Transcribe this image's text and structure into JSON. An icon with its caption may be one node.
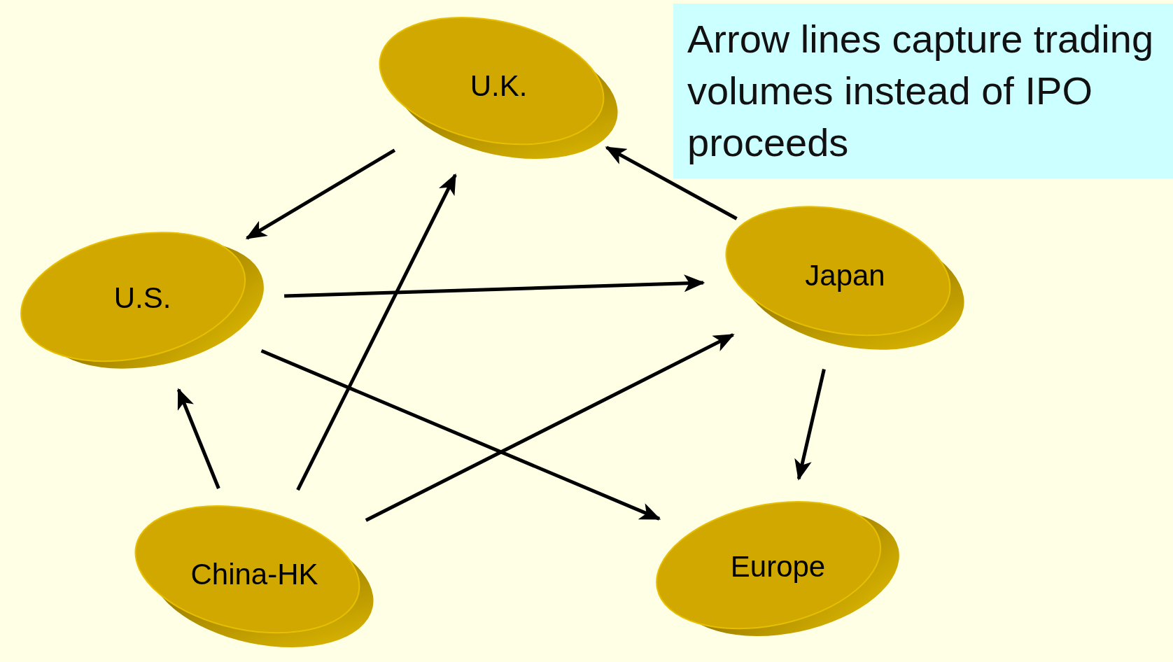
{
  "diagram": {
    "nodes": [
      {
        "text": [
          "U.K."
        ]
      },
      {
        "text": [
          "U.S."
        ]
      },
      {
        "text": [
          "Japan"
        ]
      },
      {
        "text": [
          "China-HK"
        ]
      },
      {
        "text": [
          "Europe"
        ]
      },
      {
        "text": [
          "Arrow lines capture trading volumes instead of IPO proceeds"
        ]
      }
    ],
    "edges": [
      {
        "from": 0,
        "to": 1,
        "arrow": "to"
      },
      {
        "from": 1,
        "to": 2,
        "arrow": "to"
      },
      {
        "from": 1,
        "to": 4,
        "arrow": "to"
      },
      {
        "from": 3,
        "to": 1,
        "arrow": "to"
      },
      {
        "from": 3,
        "to": 0,
        "arrow": "to"
      },
      {
        "from": 3,
        "to": 2,
        "arrow": "to"
      },
      {
        "from": 2,
        "to": 0,
        "arrow": "to"
      },
      {
        "from": 2,
        "to": 4,
        "arrow": "to"
      }
    ]
  }
}
